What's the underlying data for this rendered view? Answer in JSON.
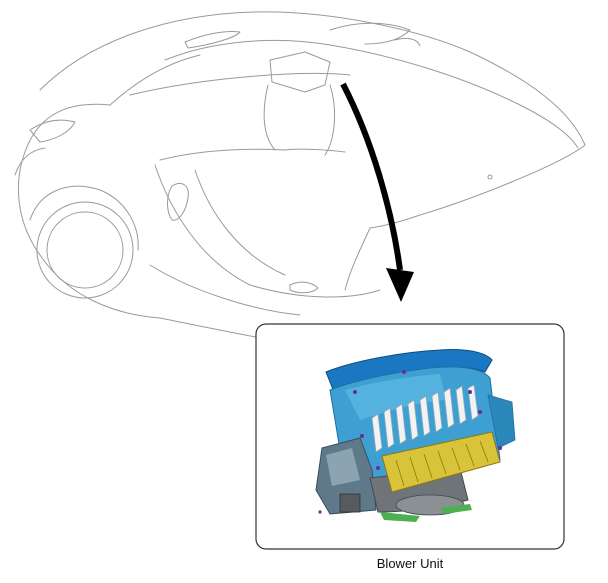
{
  "figure": {
    "callout_label": "Blower Unit",
    "subjects": [
      "car-outline",
      "blower-unit"
    ],
    "colors": {
      "car_line": "#9a9a9a",
      "arrow": "#000000",
      "callout_border": "#333333",
      "housing_blue": "#3e9fd2",
      "housing_dark": "#1e6f9f",
      "duct_highlight": "#1a78c2",
      "filter_yellow": "#d8c33a",
      "grill_white": "#f2f2f2",
      "motor_grey": "#6e7478",
      "base_green": "#4caf50"
    }
  }
}
